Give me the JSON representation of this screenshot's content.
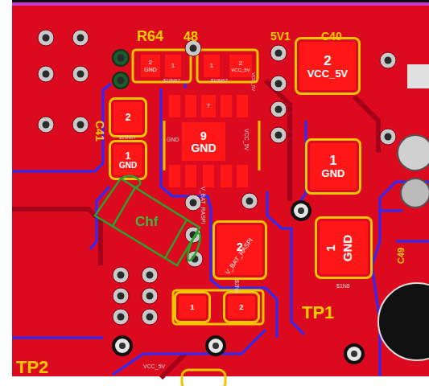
{
  "diagram": {
    "nodes": [
      {
        "text": [
          "2",
          "GND"
        ]
      },
      {
        "text": [
          "1"
        ]
      },
      {
        "text": [
          "1"
        ]
      },
      {
        "text": [
          "2",
          "VCC_5V"
        ]
      },
      {
        "text": [
          "2",
          "VCC_5V"
        ]
      },
      {
        "text": [
          "2"
        ]
      },
      {
        "text": [
          "1",
          "GND"
        ]
      },
      {
        "text": [
          "7"
        ]
      },
      {
        "text": [
          "9",
          "GND"
        ]
      },
      {
        "text": [
          "1",
          "GND"
        ]
      },
      {
        "text": [
          "2",
          "V_BAT_RASPI"
        ]
      },
      {
        "text": [
          "1",
          "GND"
        ]
      },
      {
        "text": [
          "1"
        ]
      },
      {
        "text": [
          "2"
        ]
      },
      {
        "text": [
          "Chf"
        ]
      }
    ],
    "labels": [
      "R64",
      "48",
      "5V1",
      "C40",
      "C41",
      "TP1",
      "TP2",
      "C49",
      "$10N67",
      "$10N67",
      "$10N67",
      "GND",
      "VCC_5V",
      "V_BAT_RASPI",
      "VCC_5V",
      "$2N8",
      "$1N8",
      "VCC_5V"
    ]
  }
}
